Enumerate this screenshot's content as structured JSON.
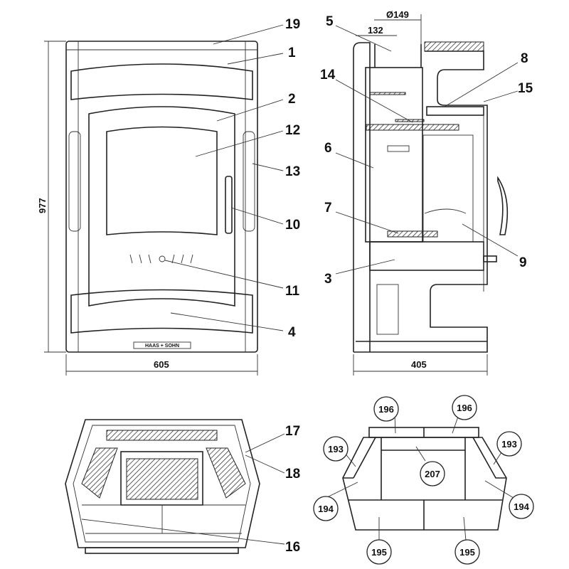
{
  "dimensions": {
    "height": "977",
    "front_width": "605",
    "side_width": "405",
    "flue_offset": "132",
    "flue_diameter": "Ø149"
  },
  "brand_plate": "HAAS + SOHN",
  "front_callouts": [
    "19",
    "1",
    "2",
    "12",
    "13",
    "10",
    "11",
    "4"
  ],
  "side_callouts": [
    "5",
    "14",
    "6",
    "7",
    "3",
    "8",
    "15",
    "9"
  ],
  "top_callouts": [
    "17",
    "18",
    "16"
  ],
  "liner_parts": [
    "196",
    "196",
    "193",
    "193",
    "207",
    "194",
    "194",
    "195",
    "195"
  ]
}
